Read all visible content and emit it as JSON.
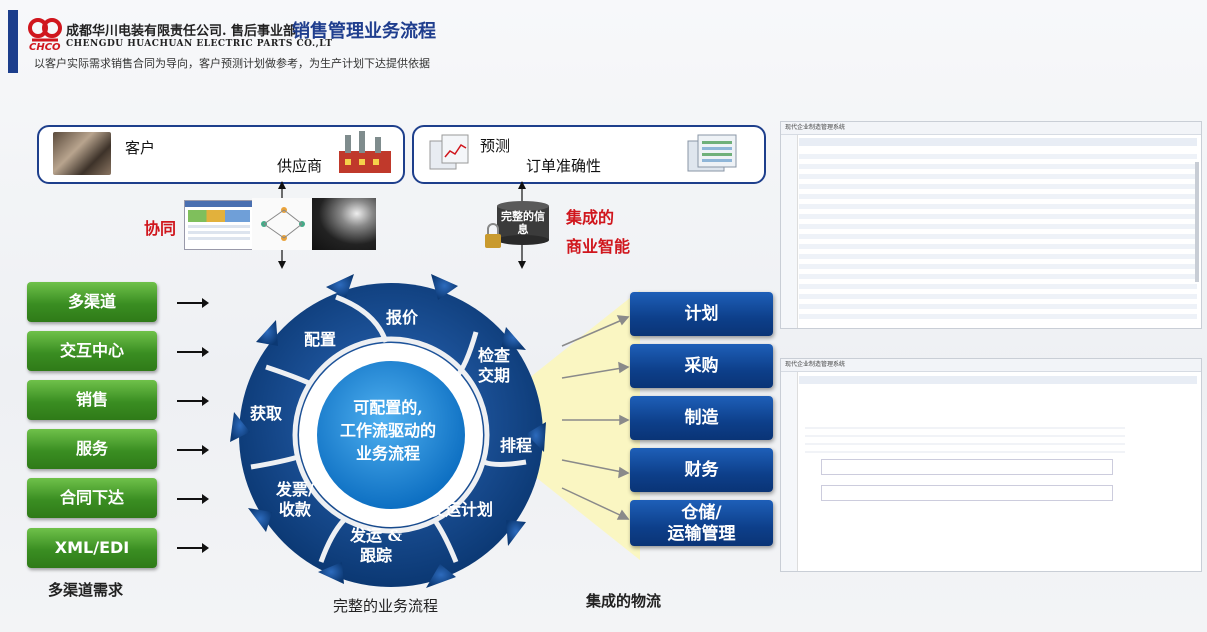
{
  "header": {
    "company_cn": "成都华川电装有限责任公司. 售后事业部",
    "company_en": "CHENGDU HUACHUAN ELECTRIC PARTS CO.,LT",
    "logo_text": "CHCO",
    "title": "销售管理业务流程",
    "subtitle": "以客户实际需求销售合同为导向，客户预测计划做参考，为生产计划下达提供依据"
  },
  "top_left_box": {
    "label1": "客户",
    "label2": "供应商"
  },
  "top_right_box": {
    "label1": "预测",
    "label2": "订单准确性"
  },
  "collab_label": "协同",
  "integrated_label1": "集成的",
  "integrated_label2": "商业智能",
  "cylinder_label1": "完整的信",
  "cylinder_label2": "息",
  "channels": [
    "多渠道",
    "交互中心",
    "销售",
    "服务",
    "合同下达",
    "XML/EDI"
  ],
  "channels_caption": "多渠道需求",
  "cycle": {
    "center": [
      "可配置的,",
      "工作流驱动的",
      "业务流程"
    ],
    "steps": {
      "baojia": "报价",
      "peizhi": "配置",
      "jiancha1": "检查",
      "jiancha2": "交期",
      "huoqu": "获取",
      "paicheng": "排程",
      "fapiao1": "发票/",
      "fapiao2": "收款",
      "fayun1": "发运 &",
      "fayun2": "跟踪",
      "fayunjihua": "发运计划"
    },
    "caption": "完整的业务流程"
  },
  "logistics": {
    "items": [
      "计划",
      "采购",
      "制造",
      "财务"
    ],
    "last1": "仓储/",
    "last2": "运输管理",
    "caption": "集成的物流"
  },
  "screenshots": {
    "title": "现代企业制造管理系统"
  },
  "colors": {
    "brand_blue": "#1f3e8e",
    "ring_blue": "#0f4c8f",
    "green": "#3a8e22",
    "red": "#d0161d"
  }
}
